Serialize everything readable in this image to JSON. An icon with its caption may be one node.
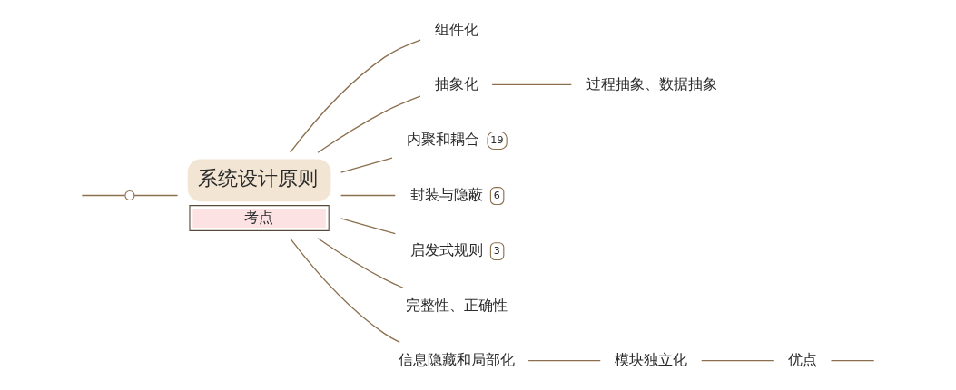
{
  "diagram": {
    "nodes": [
      {
        "text": [],
        "shape": "circle"
      },
      {
        "text": [
          "系统设计原则"
        ],
        "beside": [
          "考点"
        ]
      },
      {
        "text": [
          "组件化"
        ]
      },
      {
        "text": [
          "抽象化"
        ]
      },
      {
        "text": [
          "内聚和耦合",
          "19"
        ]
      },
      {
        "text": [
          "封装与隐蔽",
          "6"
        ]
      },
      {
        "text": [
          "启发式规则",
          "3"
        ]
      },
      {
        "text": [
          "完整性、正确性"
        ]
      },
      {
        "text": [
          "信息隐藏和局部化"
        ]
      },
      {
        "text": [
          "过程抽象、数据抽象"
        ]
      },
      {
        "text": [
          "模块独立化"
        ]
      },
      {
        "text": [
          "优点"
        ]
      }
    ],
    "edges": [
      {
        "from": null,
        "to": 0,
        "arrow": "none"
      },
      {
        "from": 0,
        "to": 1,
        "arrow": "none"
      },
      {
        "from": 1,
        "to": 2,
        "arrow": "none"
      },
      {
        "from": 1,
        "to": 3,
        "arrow": "none"
      },
      {
        "from": 1,
        "to": 4,
        "arrow": "none"
      },
      {
        "from": 1,
        "to": 5,
        "arrow": "none"
      },
      {
        "from": 1,
        "to": 6,
        "arrow": "none"
      },
      {
        "from": 1,
        "to": 7,
        "arrow": "none"
      },
      {
        "from": 1,
        "to": 8,
        "arrow": "none"
      },
      {
        "from": 3,
        "to": 9,
        "arrow": "none"
      },
      {
        "from": 8,
        "to": 10,
        "arrow": "none"
      },
      {
        "from": 10,
        "to": 11,
        "arrow": "none"
      },
      {
        "from": 11,
        "to": null,
        "arrow": "none"
      }
    ]
  }
}
